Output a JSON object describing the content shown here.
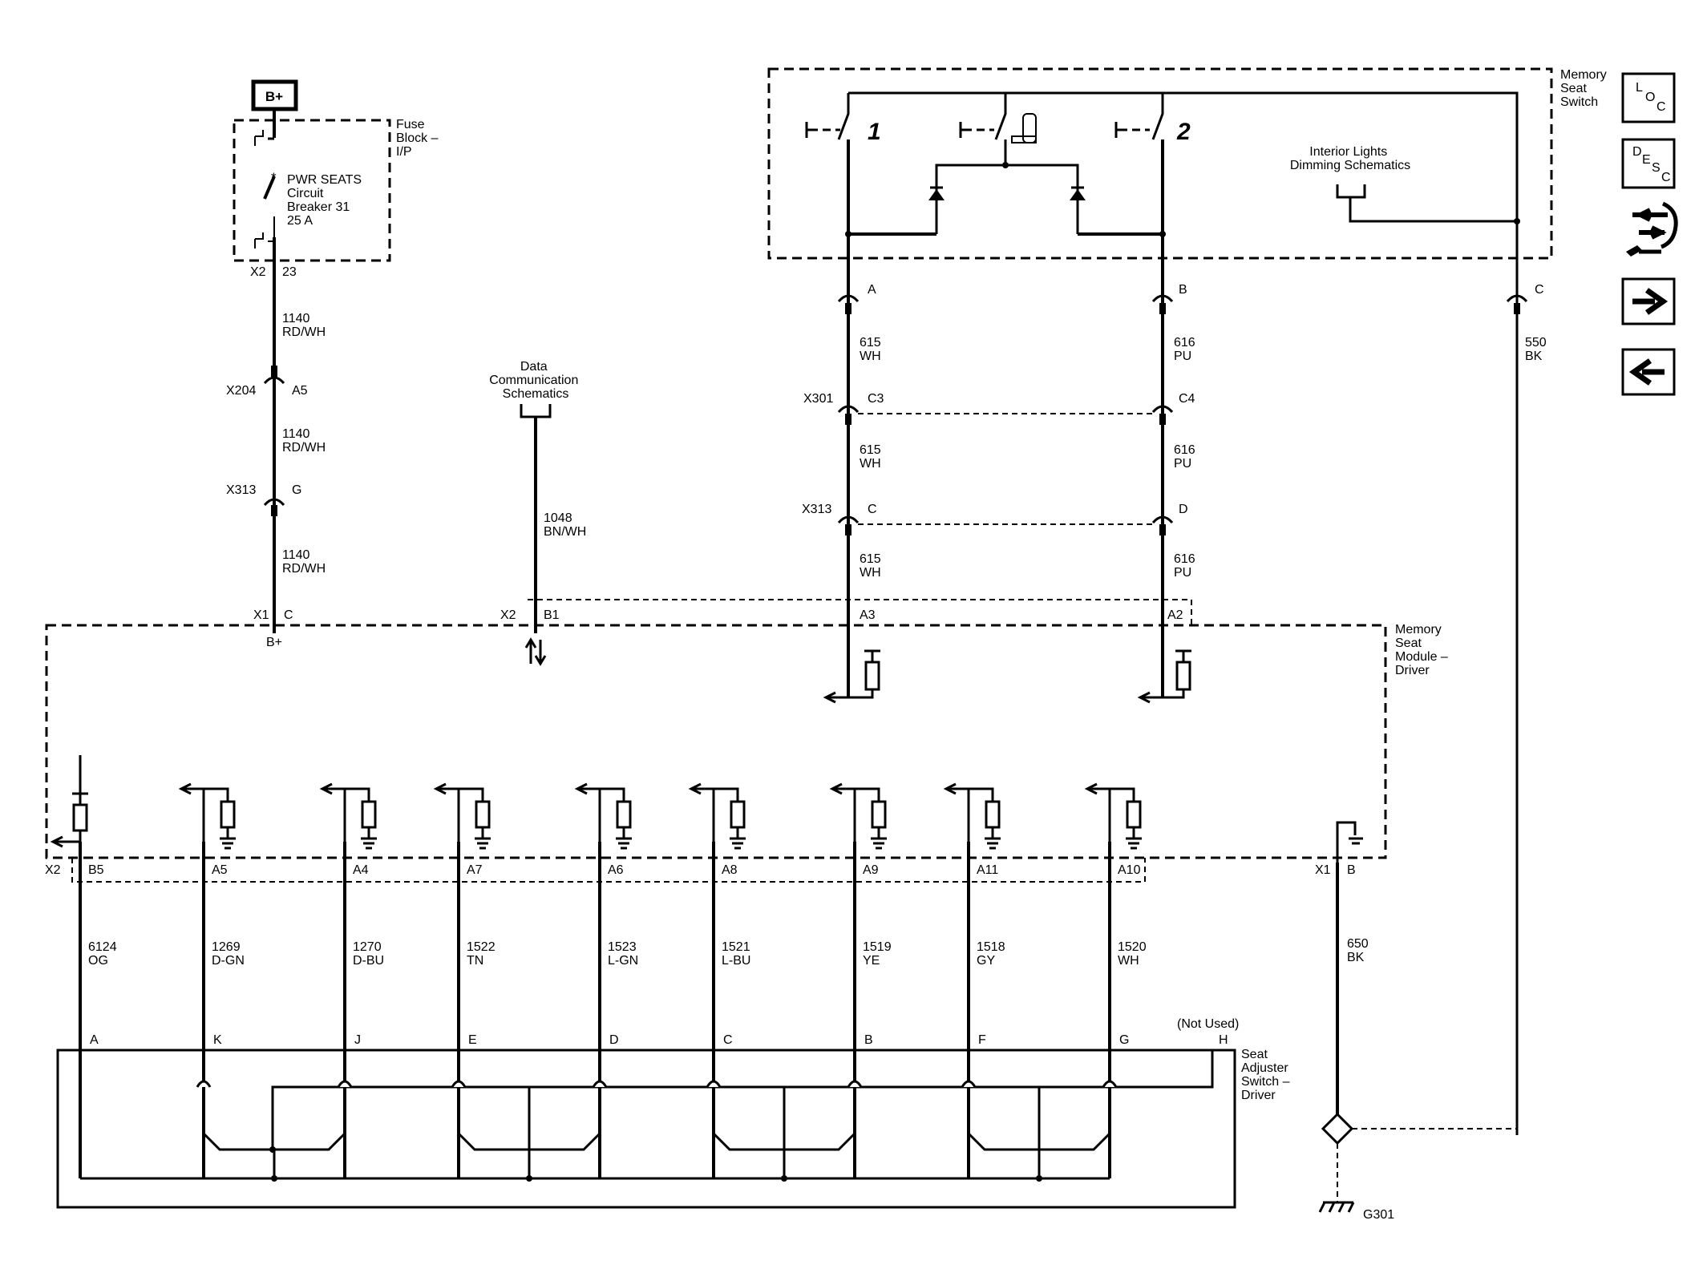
{
  "power_source": {
    "label": "B+"
  },
  "fuse_block": {
    "title_lines": [
      "Fuse",
      "Block –",
      "I/P"
    ],
    "breaker_lines": [
      "PWR SEATS",
      "Circuit",
      "Breaker 31",
      "25 A"
    ],
    "connector": "X2",
    "pin": "23"
  },
  "wire_1140": {
    "number": "1140",
    "color": "RD/WH"
  },
  "x204": {
    "connector": "X204",
    "pin": "A5"
  },
  "x313_power": {
    "connector": "X313",
    "pin": "G"
  },
  "module_power_pin": {
    "connector": "X1",
    "pin": "C",
    "label": "B+"
  },
  "data_comm": {
    "title_lines": [
      "Data",
      "Communication",
      "Schematics"
    ],
    "wire_number": "1048",
    "wire_color": "BN/WH",
    "connector": "X2",
    "pin": "B1"
  },
  "memory_seat_switch": {
    "title_lines": [
      "Memory",
      "Seat",
      "Switch"
    ],
    "switch_1_label": "1",
    "switch_2_label": "2",
    "dimming_lines": [
      "Interior Lights",
      "Dimming Schematics"
    ],
    "pin_a": "A",
    "pin_b": "B",
    "pin_c": "C"
  },
  "wire_615": {
    "number": "615",
    "color": "WH"
  },
  "wire_616": {
    "number": "616",
    "color": "PU"
  },
  "wire_550": {
    "number": "550",
    "color": "BK"
  },
  "x301": {
    "connector": "X301",
    "pin_left": "C3",
    "pin_right": "C4"
  },
  "x313_switch": {
    "connector": "X313",
    "pin_left": "C",
    "pin_right": "D"
  },
  "module_switch_pins": {
    "pin_left": "A3",
    "pin_right": "A2"
  },
  "memory_seat_module": {
    "title_lines": [
      "Memory",
      "Seat",
      "Module –",
      "Driver"
    ],
    "bottom_connector": "X2",
    "ground_connector": "X1",
    "ground_pin": "B"
  },
  "adjuster_circuits": [
    {
      "module_pin": "B5",
      "wire_number": "6124",
      "wire_color": "OG",
      "switch_pin": "A"
    },
    {
      "module_pin": "A5",
      "wire_number": "1269",
      "wire_color": "D-GN",
      "switch_pin": "K"
    },
    {
      "module_pin": "A4",
      "wire_number": "1270",
      "wire_color": "D-BU",
      "switch_pin": "J"
    },
    {
      "module_pin": "A7",
      "wire_number": "1522",
      "wire_color": "TN",
      "switch_pin": "E"
    },
    {
      "module_pin": "A6",
      "wire_number": "1523",
      "wire_color": "L-GN",
      "switch_pin": "D"
    },
    {
      "module_pin": "A8",
      "wire_number": "1521",
      "wire_color": "L-BU",
      "switch_pin": "C"
    },
    {
      "module_pin": "A9",
      "wire_number": "1519",
      "wire_color": "YE",
      "switch_pin": "B"
    },
    {
      "module_pin": "A11",
      "wire_number": "1518",
      "wire_color": "GY",
      "switch_pin": "F"
    },
    {
      "module_pin": "A10",
      "wire_number": "1520",
      "wire_color": "WH",
      "switch_pin": "G"
    }
  ],
  "wire_650": {
    "number": "650",
    "color": "BK"
  },
  "seat_adjuster": {
    "title_lines": [
      "Seat",
      "Adjuster",
      "Switch –",
      "Driver"
    ],
    "unused_pin": "H",
    "not_used_label": "(Not Used)"
  },
  "ground_label": "G301",
  "nav": {
    "loc": [
      "L",
      "O",
      "C"
    ],
    "desc": [
      "D",
      "E",
      "S",
      "C"
    ]
  }
}
